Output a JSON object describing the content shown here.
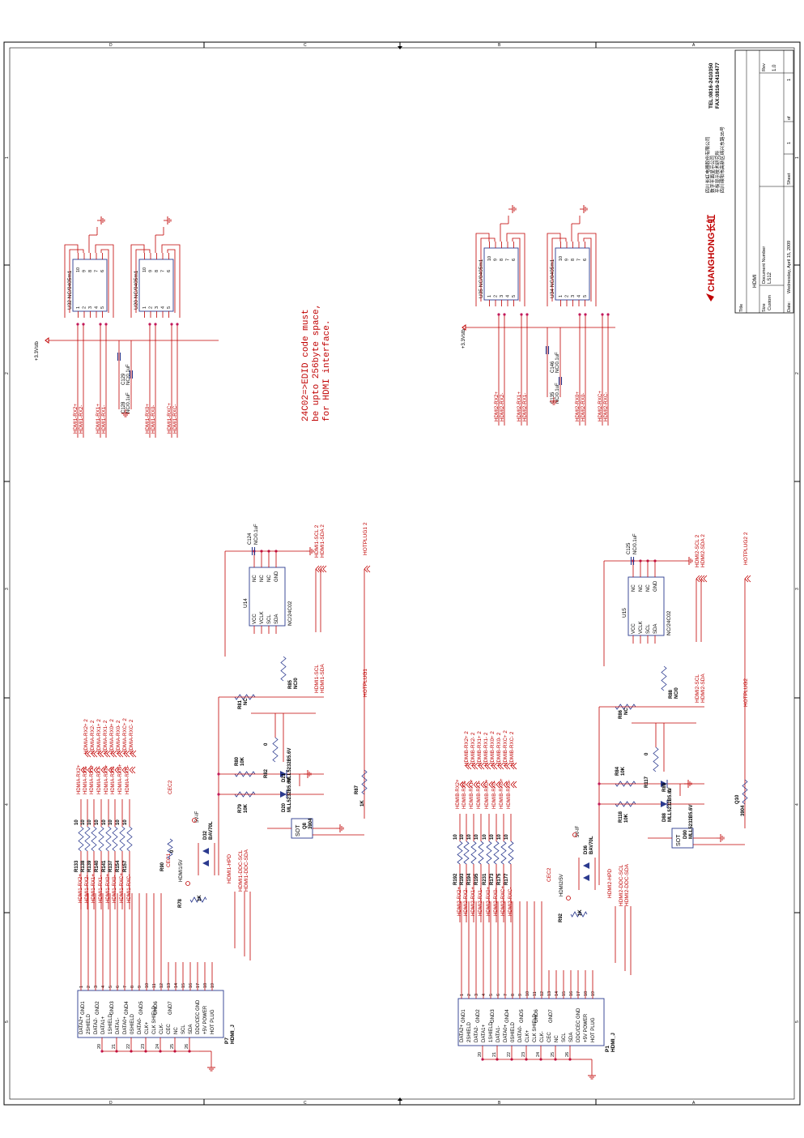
{
  "title_block": {
    "company_cn": "四川长虹电器股份有限公司",
    "dept_cn": "数字平面显示公司",
    "lab_cn": "平板显示技术研究所",
    "address_cn": "四川绵阳市高新区绵兴东路35号",
    "brand": "CHANGHONG长虹",
    "tel": "TEL:0816-2410350",
    "fax": "FAX:0816-2418477",
    "title_label": "Title",
    "title": "HDMI",
    "size_label": "Size",
    "size": "Custom",
    "doc_label": "Document Number",
    "doc": "LS12",
    "rev_label": "Rev",
    "rev": "1.0",
    "date_label": "Date:",
    "date": "Wednesday, April 15, 2009",
    "sheet_label": "Sheet",
    "sheet": "1",
    "of_label": "of",
    "total": "1"
  },
  "border": {
    "left_marks": [
      "D",
      "C",
      "B",
      "A"
    ],
    "right_marks": [
      "D",
      "C",
      "B",
      "A"
    ],
    "top_marks": [
      "1",
      "2",
      "3",
      "4",
      "5"
    ],
    "bottom_marks": [
      "1",
      "2",
      "3",
      "4",
      "5"
    ]
  },
  "note": {
    "line1": "24C02=>EDID code must",
    "line2": "be upto 256byte space,",
    "line3": "for HDMI interface."
  },
  "tvs_arrays": [
    {
      "ref": "U32",
      "part": "NC/0405m1"
    },
    {
      "ref": "U20",
      "part": "NC/0405m1"
    },
    {
      "ref": "U35",
      "part": "NC/0405m1"
    },
    {
      "ref": "U34",
      "part": "NC/0405m1"
    }
  ],
  "tvs_pins": [
    "1",
    "2",
    "3",
    "4",
    "5",
    "10",
    "9",
    "8",
    "7",
    "6"
  ],
  "caps": [
    {
      "ref": "C129",
      "val": "NC/0.1uF"
    },
    {
      "ref": "C128",
      "val": "NC/0.1uF"
    },
    {
      "ref": "C146",
      "val": "NC/0.1uF"
    },
    {
      "ref": "C135",
      "val": "NC/0.1uF"
    },
    {
      "ref": "C124",
      "val": "NC/0.1uF"
    },
    {
      "ref": "C125",
      "val": "NC/0.1uF"
    }
  ],
  "supply": "+3.3Vstb",
  "eeproms": [
    {
      "ref": "U14",
      "part": "NC/24C02"
    },
    {
      "ref": "U15",
      "part": "NC/24C02"
    }
  ],
  "eeprom_pins_left": [
    "VCC",
    "VCLK",
    "SCL",
    "SDA"
  ],
  "eeprom_pins_right": [
    "NC",
    "NC",
    "NC",
    "GND"
  ],
  "hdmi1_nets_top": [
    "HDMI1-RX2+",
    "HDMI1-RX2-",
    "HDMI1-RX1+",
    "HDMI1-RX1-",
    "HDMI1-RX0+",
    "HDMI1-RX0-",
    "HDMI1-RXC+",
    "HDMI1-RXC-"
  ],
  "hdmi2_nets_top": [
    "HDMI2-RX2+",
    "HDMI2-RX2-",
    "HDMI2-RX1+",
    "HDMI2-RX1-",
    "HDMI2-RX0+",
    "HDMI2-RX0-",
    "HDMI2-RXC+",
    "HDMI2-RXC-"
  ],
  "hdmia_nets": [
    "HDMIA-RX2+",
    "HDMIA-RX2-",
    "HDMIA-RX1+",
    "HDMIA-RX1-",
    "HDMIA-RX0+",
    "HDMIA-RX0-",
    "HDMIA-RXC+",
    "HDMIA-RXC-"
  ],
  "hdmib_nets": [
    "HDMIB-RX2+",
    "HDMIB-RX2-",
    "HDMIB-RX1+",
    "HDMIB-RX1-",
    "HDMIB-RX0+",
    "HDMIB-RX0-",
    "HDMIB-RXC+",
    "HDMIB-RXC-"
  ],
  "series_res_1": [
    "R133",
    "R138",
    "R139",
    "R140",
    "R141",
    "R137",
    "R154",
    "R157"
  ],
  "series_res_2": [
    "R192",
    "R193",
    "R194",
    "R195",
    "R231",
    "R173",
    "R175",
    "R177"
  ],
  "res_value": "10",
  "connectors": [
    {
      "ref": "P7",
      "part": "HDMI_J"
    },
    {
      "ref": "P1",
      "part": "HDMI_J"
    }
  ],
  "conn_pins": [
    "DATA2+",
    "2SHIELD",
    "DATA2-",
    "DATA1+",
    "1SHIELD",
    "DATA1-",
    "DATA0+",
    "0SHIELD",
    "DATA0-",
    "CLK+",
    "CLK SHIELD",
    "CLK-",
    "CEC",
    "NC",
    "SCL",
    "SDA",
    "DDC/CEC GND",
    "+5V POWER",
    "HOT PLUG"
  ],
  "conn_gnd_pins": [
    "GND1",
    "GND2",
    "GND3",
    "GND4",
    "GND5",
    "GND6",
    "GND7"
  ],
  "conn_extra_pins": [
    "20",
    "21",
    "22",
    "23",
    "24",
    "25",
    "26"
  ],
  "hdmi1": {
    "cec": "CEC1",
    "cec2": "CEC2",
    "hpd": "HDMI1-HPD",
    "ddc_scl": "HDMI1-DDC-SCL",
    "ddc_sda": "HDMI1-DDC-SDA",
    "scl": "HDMI1-SCL",
    "sda": "HDMI1-SDA",
    "hotplug": "HOTPLUG1",
    "v5": "HDMI1/5V",
    "v5if": "5V-IF",
    "off_page": "2"
  },
  "hdmi2": {
    "cec": "CEC2",
    "hpd": "HDMI2-HPD",
    "ddc_scl": "HDMI2-DDC-SCL",
    "ddc_sda": "HDMI2-DDC-SDA",
    "scl": "HDMI2-SCL",
    "sda": "HDMI2-SDA",
    "hotplug": "HOTPLUG2",
    "v5": "HDMI2/5V",
    "v5if": "5V-IF",
    "off_page": "2"
  },
  "parts_1": [
    {
      "ref": "R81",
      "val": "NC"
    },
    {
      "ref": "R85",
      "val": "NC/0"
    },
    {
      "ref": "R80",
      "val": "10K"
    },
    {
      "ref": "R79",
      "val": "10K"
    },
    {
      "ref": "R82",
      "val": "0"
    },
    {
      "ref": "D21",
      "val": "MLL5232B5.6V"
    },
    {
      "ref": "D20",
      "val": "MLL5232B5.6V"
    },
    {
      "ref": "Q8",
      "val": "3904"
    },
    {
      "ref": "R87",
      "val": "1K"
    },
    {
      "ref": "R90",
      "val": "0"
    },
    {
      "ref": "D32",
      "val": "BAV70L"
    },
    {
      "ref": "R78",
      "val": "1K"
    }
  ],
  "parts_2": [
    {
      "ref": "R86",
      "val": "NC"
    },
    {
      "ref": "R88",
      "val": "NC/0"
    },
    {
      "ref": "R84",
      "val": "10K"
    },
    {
      "ref": "R118",
      "val": "10K"
    },
    {
      "ref": "R117",
      "val": "0"
    },
    {
      "ref": "R89",
      "val": "0"
    },
    {
      "ref": "D88",
      "val": "MLL5232B5.6V"
    },
    {
      "ref": "D90",
      "val": "MLL5232B5.6V"
    },
    {
      "ref": "Q10",
      "val": "3904"
    },
    {
      "ref": "R119",
      "val": "1K"
    },
    {
      "ref": "D36",
      "val": "BAV70L"
    },
    {
      "ref": "R92",
      "val": "1K"
    }
  ],
  "sot": "SOT",
  "colors": {
    "net": "#c00000",
    "wire": "#c00000",
    "body": "#2b3a8f",
    "frame": "#000000"
  }
}
